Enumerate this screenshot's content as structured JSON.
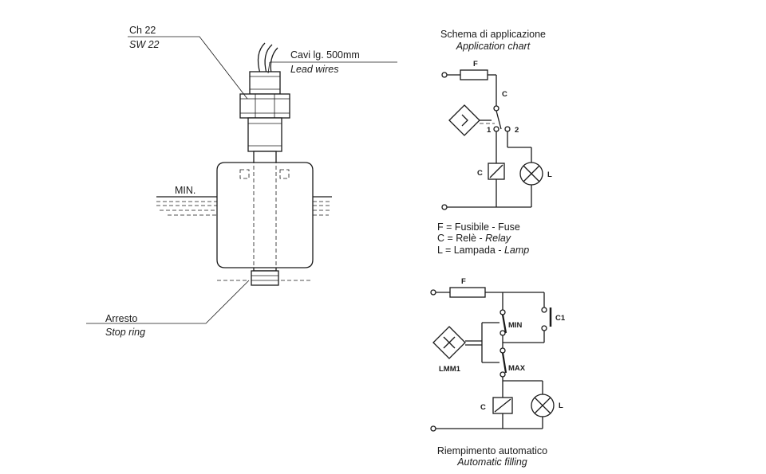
{
  "sensor": {
    "hex_label": "Ch 22",
    "hex_label_en": "SW 22",
    "cable_label": "Cavi lg. 500mm",
    "cable_label_en": "Lead wires",
    "level_label": "MIN.",
    "stop_label": "Arresto",
    "stop_label_en": "Stop ring"
  },
  "app_chart": {
    "title": "Schema di applicazione",
    "title_en": "Application chart",
    "fuse_tag": "F",
    "contact_tag": "C",
    "terminal_1": "1",
    "terminal_2": "2",
    "relay_tag": "C",
    "lamp_tag": "L",
    "legend": [
      {
        "it": "F = Fusibile - ",
        "en": "Fuse"
      },
      {
        "it": "C = Relè - ",
        "en": "Relay"
      },
      {
        "it": "L = Lampada - ",
        "en": "Lamp"
      }
    ]
  },
  "auto_fill": {
    "fuse_tag": "F",
    "min_tag": "MIN",
    "max_tag": "MAX",
    "c1_tag": "C1",
    "module_tag": "LMM1",
    "relay_tag": "C",
    "lamp_tag": "L",
    "title": "Riempimento automatico",
    "title_en": "Automatic filling"
  }
}
